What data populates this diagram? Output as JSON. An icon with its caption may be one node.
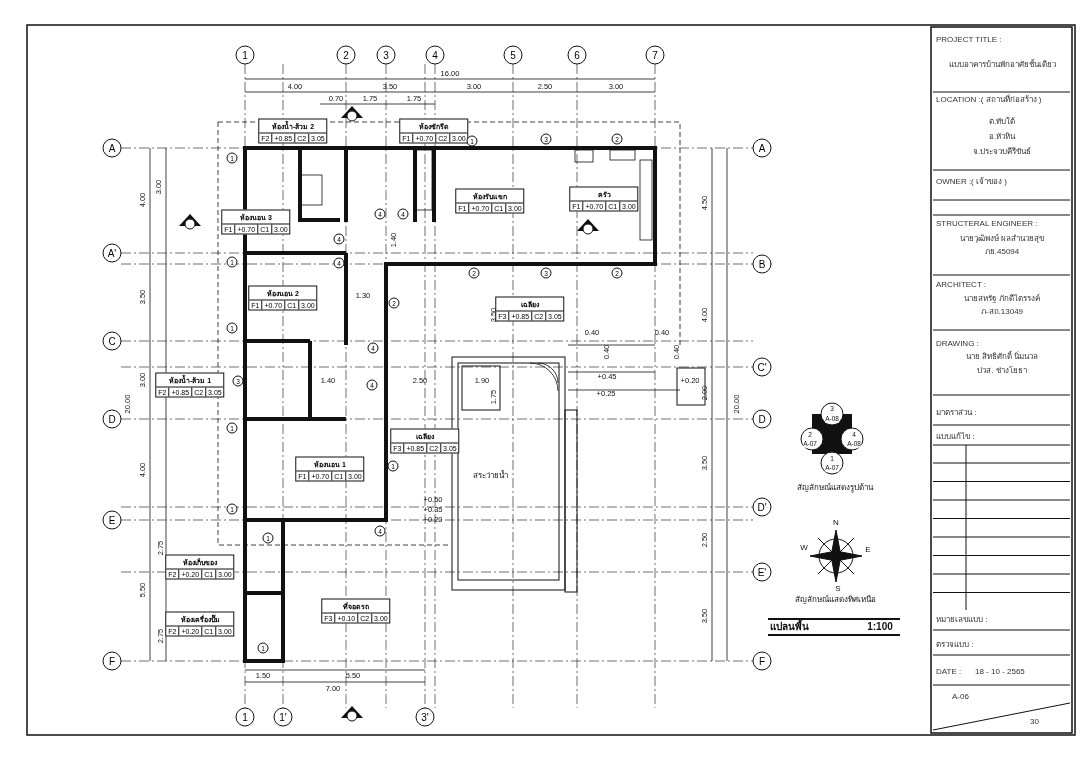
{
  "diagram": {
    "nodes": [
      {
        "text": [
          "ห้องน้ำ-ส้วม 2",
          "F2",
          "+0.85",
          "C2",
          "3.05"
        ]
      },
      {
        "text": [
          "ห้องซักรีด",
          "F1",
          "+0.70",
          "C2",
          "3.00"
        ]
      },
      {
        "text": [
          "ห้องนอน 3",
          "F1",
          "+0.70",
          "C1",
          "3.00"
        ]
      },
      {
        "text": [
          "ห้องรับแขก",
          "F1",
          "+0.70",
          "C1",
          "3.00"
        ]
      },
      {
        "text": [
          "ครัว",
          "F1",
          "+0.70",
          "C1",
          "3.00"
        ]
      },
      {
        "text": [
          "ห้องนอน 2",
          "F1",
          "+0.70",
          "C1",
          "3.00"
        ]
      },
      {
        "text": [
          "เฉลียง",
          "F3",
          "+0.85",
          "C2",
          "3.05"
        ]
      },
      {
        "text": [
          "ห้องน้ำ-ส้วม 1",
          "F2",
          "+0.85",
          "C2",
          "3.05"
        ]
      },
      {
        "text": [
          "เฉลียง",
          "F3",
          "+0.85",
          "C2",
          "3.05"
        ]
      },
      {
        "text": [
          "ห้องนอน 1",
          "F1",
          "+0.70",
          "C1",
          "3.00"
        ]
      },
      {
        "text": [
          "สระว่ายน้ำ"
        ]
      },
      {
        "text": [
          "ห้องเก็บของ",
          "F2",
          "+0.20",
          "C1",
          "3.00"
        ]
      },
      {
        "text": [
          "ห้องเครื่องปั๊ม",
          "F2",
          "+0.20",
          "C1",
          "3.00"
        ]
      },
      {
        "text": [
          "ที่จอดรถ",
          "F3",
          "+0.10",
          "C2",
          "3.00"
        ]
      }
    ],
    "labels": [
      "1",
      "2",
      "3",
      "4",
      "5",
      "6",
      "7",
      "16.00",
      "4.00",
      "3.50",
      "3.00",
      "2.50",
      "3.00",
      "0.70",
      "1.75",
      "1.75",
      "A",
      "A'",
      "C",
      "D",
      "E",
      "F",
      "A",
      "B",
      "C'",
      "D",
      "D'",
      "E'",
      "F",
      "20.00",
      "4.00",
      "3.50",
      "3.00",
      "4.00",
      "5.50",
      "3.00",
      "2.75",
      "2.75",
      "4.50",
      "4.00",
      "2.00",
      "3.50",
      "2.50",
      "3.50",
      "20.00",
      "1.30",
      "1.40",
      "3.50",
      "1.40",
      "2.50",
      "1.90",
      "1.75",
      "0.40",
      "0.40",
      "0.40",
      "0.40",
      "+0.45",
      "+0.25",
      "+0.20",
      "+0.50",
      "+0.35",
      "+0.20",
      "1.50",
      "5.50",
      "7.00",
      "1",
      "1'",
      "3'",
      "1",
      "1",
      "1",
      "1",
      "1",
      "1",
      "3",
      "2",
      "4",
      "4",
      "4",
      "4",
      "2",
      "3",
      "2",
      "2",
      "4",
      "4",
      "3",
      "1",
      "4",
      "1",
      "1",
      "3",
      "A-08",
      "2",
      "A-07",
      "4",
      "A-08",
      "1",
      "A-07",
      "สัญลักษณ์แสดงรูปด้าน",
      "N",
      "E",
      "S",
      "W",
      "สัญลักษณ์แสดงทิศเหนือ",
      "แปลนพื้น",
      "1:100",
      "PROJECT TITLE :",
      "แบบอาคารบ้านพักอาศัยชั้นเดียว",
      "LOCATION :( สถานที่ก่อสร้าง )",
      "ต.ทับใต้",
      "อ.หัวหิน",
      "จ.ประจวบคีรีขันธ์",
      "OWNER :( เจ้าของ )",
      "STRUCTERAL ENGINEER :",
      "นายวุฒิพงษ์ ผลสำนวยสุข",
      "ภย.45094",
      "ARCHITECT :",
      "นายสหรัฐ ภักดีไตรรงค์",
      "ภ-สถ.13049",
      "DRAWING :",
      "นาย สิทธิศักดิ์ นิ่มนวล",
      "ปวส. ช่างโยธา",
      "มาตราส่วน :",
      "แบบแก้ไข :",
      "หมายเลขแบบ :",
      "ตรวจแบบ :",
      "DATE :",
      "18 - 10 - 2565",
      "A-06",
      "30"
    ]
  }
}
